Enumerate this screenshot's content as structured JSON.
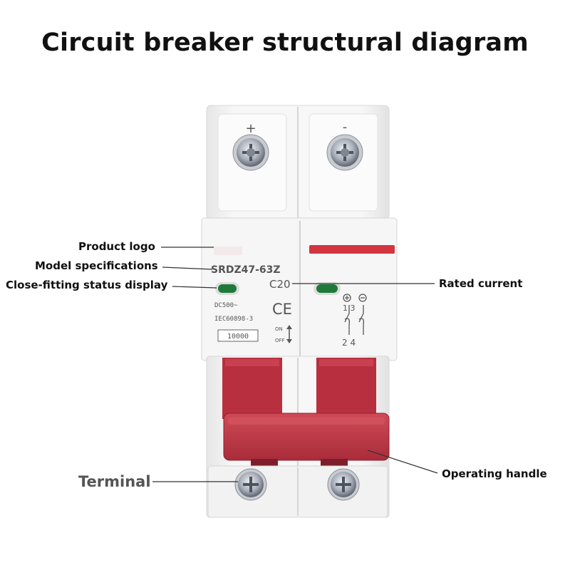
{
  "title": "Circuit breaker structural diagram",
  "labels": {
    "product_logo": "Product logo",
    "model_specifications": "Model specifications",
    "status_display": "Close-fitting status display",
    "rated_current": "Rated current",
    "terminal": "Terminal",
    "operating_handle": "Operating handle"
  },
  "breaker": {
    "plus_mark": "+",
    "minus_mark": "-",
    "model": "SRDZ47-63Z",
    "rating": "C20",
    "voltage": "DC500~",
    "standard": "IEC60898-3",
    "ce_mark": "CE",
    "breaking_capacity": "10000",
    "on_text": "ON",
    "off_text": "OFF",
    "terminal_top_numbers": "1   3",
    "terminal_bottom_numbers": "2   4"
  },
  "colors": {
    "body": "#f3f3f3",
    "handle": "#c23a48",
    "handle_dark": "#9c2533",
    "indicator": "#1f7a3a",
    "stripe": "#d23440"
  }
}
